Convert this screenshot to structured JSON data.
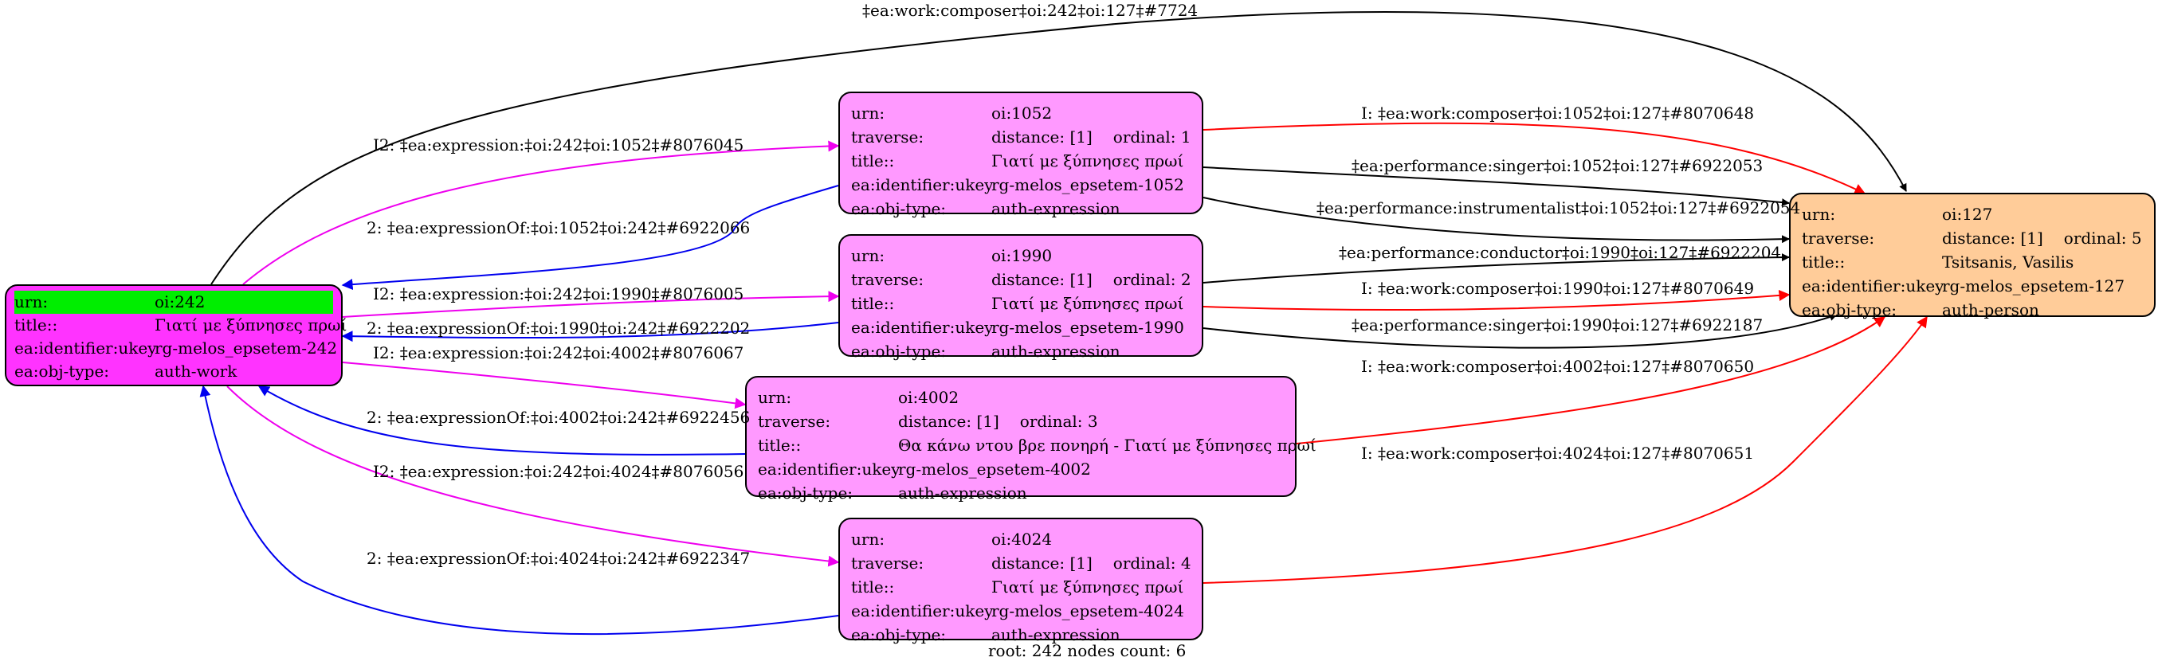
{
  "nodes": {
    "work": {
      "urn_label": "urn:",
      "urn": "oi:242",
      "title_label": "title::",
      "title": "Γιατί με ξύπνησες πρωί",
      "ukey_label": "ea:identifier:ukey",
      "ukey": "rg-melos_epsetem-242",
      "type_label": "ea:obj-type:",
      "type": "auth-work"
    },
    "e1052": {
      "urn_label": "urn:",
      "urn": "oi:1052",
      "traverse_label": "traverse:",
      "distance": "distance: [1]",
      "ordinal": "ordinal: 1",
      "title_label": "title::",
      "title": "Γιατί με ξύπνησες πρωί",
      "ukey_label": "ea:identifier:ukey",
      "ukey": "rg-melos_epsetem-1052",
      "type_label": "ea:obj-type:",
      "type": "auth-expression"
    },
    "e1990": {
      "urn_label": "urn:",
      "urn": "oi:1990",
      "traverse_label": "traverse:",
      "distance": "distance: [1]",
      "ordinal": "ordinal: 2",
      "title_label": "title::",
      "title": "Γιατί με ξύπνησες πρωί",
      "ukey_label": "ea:identifier:ukey",
      "ukey": "rg-melos_epsetem-1990",
      "type_label": "ea:obj-type:",
      "type": "auth-expression"
    },
    "e4002": {
      "urn_label": "urn:",
      "urn": "oi:4002",
      "traverse_label": "traverse:",
      "distance": "distance: [1]",
      "ordinal": "ordinal: 3",
      "title_label": "title::",
      "title": "Θα κάνω ντου βρε πονηρή - Γιατί με ξύπνησες πρωί",
      "ukey_label": "ea:identifier:ukey",
      "ukey": "rg-melos_epsetem-4002",
      "type_label": "ea:obj-type:",
      "type": "auth-expression"
    },
    "e4024": {
      "urn_label": "urn:",
      "urn": "oi:4024",
      "traverse_label": "traverse:",
      "distance": "distance: [1]",
      "ordinal": "ordinal: 4",
      "title_label": "title::",
      "title": "Γιατί με ξύπνησες πρωί",
      "ukey_label": "ea:identifier:ukey",
      "ukey": "rg-melos_epsetem-4024",
      "type_label": "ea:obj-type:",
      "type": "auth-expression"
    },
    "p127": {
      "urn_label": "urn:",
      "urn": "oi:127",
      "traverse_label": "traverse:",
      "distance": "distance: [1]",
      "ordinal": "ordinal: 5",
      "title_label": "title::",
      "title": "Tsitsanis, Vasilis",
      "ukey_label": "ea:identifier:ukey",
      "ukey": "rg-melos_epsetem-127",
      "type_label": "ea:obj-type:",
      "type": "auth-person"
    }
  },
  "edges": {
    "work_composer": "‡ea:work:composer‡oi:242‡oi:127‡#7724",
    "expr_1052": "I2: ‡ea:expression:‡oi:242‡oi:1052‡#8076045",
    "exprof_1052": "2: ‡ea:expressionOf:‡oi:1052‡oi:242‡#6922066",
    "expr_1990": "I2: ‡ea:expression:‡oi:242‡oi:1990‡#8076005",
    "exprof_1990": "2: ‡ea:expressionOf:‡oi:1990‡oi:242‡#6922202",
    "expr_4002": "I2: ‡ea:expression:‡oi:242‡oi:4002‡#8076067",
    "exprof_4002": "2: ‡ea:expressionOf:‡oi:4002‡oi:242‡#6922456",
    "expr_4024": "I2: ‡ea:expression:‡oi:242‡oi:4024‡#8076056",
    "exprof_4024": "2: ‡ea:expressionOf:‡oi:4024‡oi:242‡#6922347",
    "composer_1052": "I: ‡ea:work:composer‡oi:1052‡oi:127‡#8070648",
    "singer_1052": "‡ea:performance:singer‡oi:1052‡oi:127‡#6922053",
    "instr_1052": "‡ea:performance:instrumentalist‡oi:1052‡oi:127‡#6922054",
    "conductor_1990": "‡ea:performance:conductor‡oi:1990‡oi:127‡#6922204",
    "composer_1990": "I: ‡ea:work:composer‡oi:1990‡oi:127‡#8070649",
    "singer_1990": "‡ea:performance:singer‡oi:1990‡oi:127‡#6922187",
    "composer_4002": "I: ‡ea:work:composer‡oi:4002‡oi:127‡#8070650",
    "composer_4024": "I: ‡ea:work:composer‡oi:4024‡oi:127‡#8070651"
  },
  "colors": {
    "composer_edge": "#ff0000",
    "expression_edge": "#ee00ee",
    "expression_of_edge": "#0000ee",
    "performance_edge": "#000000",
    "work_fill": "#ff33ff",
    "expression_fill": "#ff99ff",
    "person_fill": "#ffcc99",
    "root_highlight": "#00ee00"
  },
  "footer": "root: 242 nodes count: 6"
}
